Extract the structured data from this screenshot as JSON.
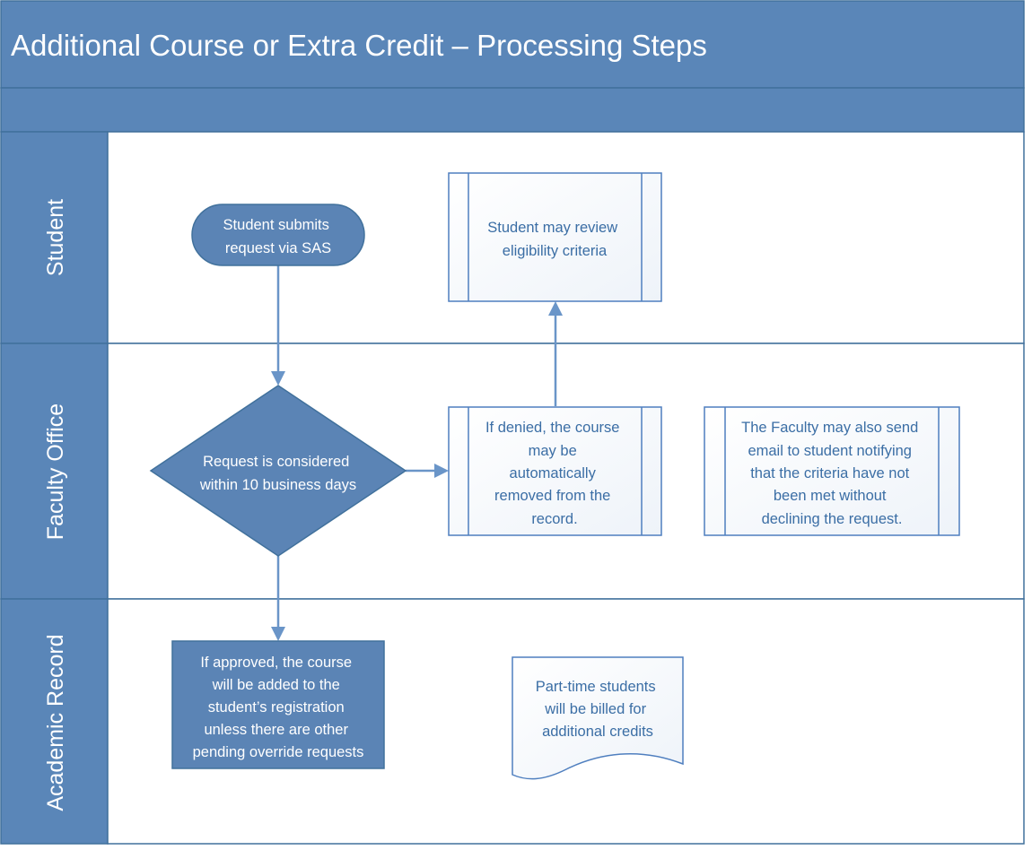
{
  "title": "Additional Course or Extra Credit  – Processing Steps",
  "lanes": {
    "student": "Student",
    "faculty_office": "Faculty Office",
    "academic_record": "Academic Record"
  },
  "nodes": {
    "submit": {
      "lines": [
        "Student submits",
        "request via SAS"
      ]
    },
    "review": {
      "lines": [
        "Student may review",
        "eligibility criteria"
      ]
    },
    "decision": {
      "lines": [
        "Request is considered",
        "within 10 business days"
      ]
    },
    "denied": {
      "lines": [
        "If denied, the course",
        "may be",
        "automatically",
        "removed from the",
        "record."
      ]
    },
    "faculty_email": {
      "lines": [
        "The Faculty may also send",
        "email to student notifying",
        "that the criteria have not",
        "been met without",
        "declining the request."
      ]
    },
    "approved": {
      "lines": [
        "If approved, the course",
        "will be added to the",
        "student’s registration",
        "unless there are other",
        "pending override requests"
      ]
    },
    "billing": {
      "lines": [
        "Part-time students",
        "will be billed for",
        "additional credits"
      ]
    }
  },
  "colors": {
    "header_fill": "#5a86b8",
    "header_border": "#41719c",
    "shape_fill": "#5b84b5",
    "shape_border": "#41719c",
    "outline_text": "#3b6ea5",
    "connector": "#6a95c8"
  }
}
